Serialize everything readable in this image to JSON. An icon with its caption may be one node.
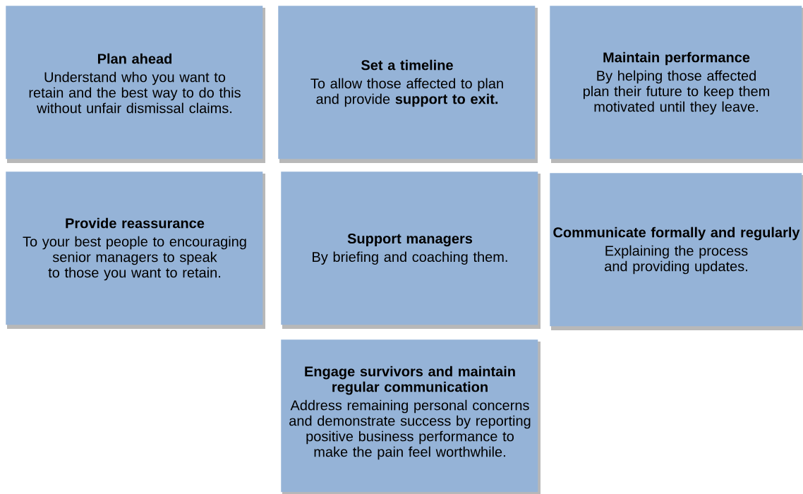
{
  "diagram": {
    "nodes": [
      {
        "text": [
          "Plan ahead",
          "Understand who you want to retain and the best way to do this without unfair dismissal claims."
        ]
      },
      {
        "text": [
          "Set a timeline",
          "To allow those affected to plan and provide **support to exit.**"
        ]
      },
      {
        "text": [
          "Maintain performance",
          "By helping those affected plan their future to keep them motivated until they leave."
        ]
      },
      {
        "text": [
          "Provide reassurance",
          "To your best people to encouraging senior managers to speak to those you want to retain."
        ]
      },
      {
        "text": [
          "Support managers",
          "By briefing and coaching them."
        ]
      },
      {
        "text": [
          "Communicate formally and regularly",
          "Explaining the process and providing updates."
        ]
      },
      {
        "text": [
          "Engage survivors and maintain regular communication",
          "Address remaining personal concerns and demonstrate success by reporting positive business performance to make the pain feel worthwhile."
        ]
      }
    ]
  }
}
